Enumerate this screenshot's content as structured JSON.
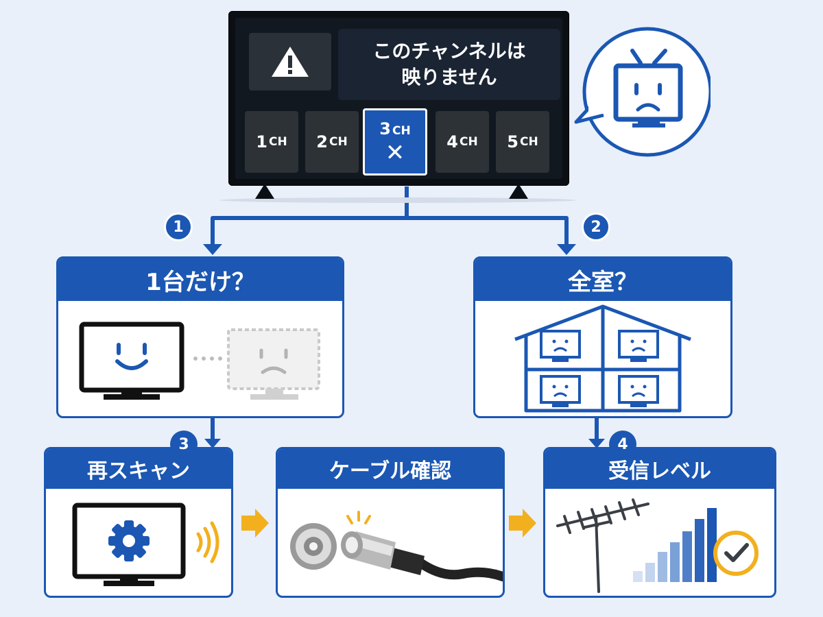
{
  "tv": {
    "message_line1": "このチャンネルは",
    "message_line2": "映りません",
    "warning_icon": "warning-icon",
    "channels": [
      {
        "num": "1",
        "suffix": "CH",
        "active": false
      },
      {
        "num": "2",
        "suffix": "CH",
        "active": false
      },
      {
        "num": "3",
        "suffix": "CH",
        "active": true,
        "mark": "✕"
      },
      {
        "num": "4",
        "suffix": "CH",
        "active": false
      },
      {
        "num": "5",
        "suffix": "CH",
        "active": false
      }
    ]
  },
  "speech_bubble": {
    "icon": "sad-tv-icon"
  },
  "branches": {
    "one": {
      "badge": "1",
      "title": "1台だけ？"
    },
    "two": {
      "badge": "2",
      "title": "全室？"
    }
  },
  "steps": {
    "rescan": {
      "badge": "3",
      "title": "再スキャン",
      "icons": [
        "gear-icon",
        "signal-waves-icon"
      ]
    },
    "cable": {
      "title": "ケーブル確認",
      "icons": [
        "antenna-socket-icon",
        "coax-plug-icon"
      ]
    },
    "level": {
      "badge": "4",
      "title": "受信レベル",
      "icons": [
        "antenna-icon",
        "signal-bars-icon",
        "check-icon"
      ]
    }
  },
  "colors": {
    "primary": "#1b57b3",
    "accent": "#f2b01e",
    "background": "#e9f0fa",
    "tv_body": "#0b0f14"
  }
}
